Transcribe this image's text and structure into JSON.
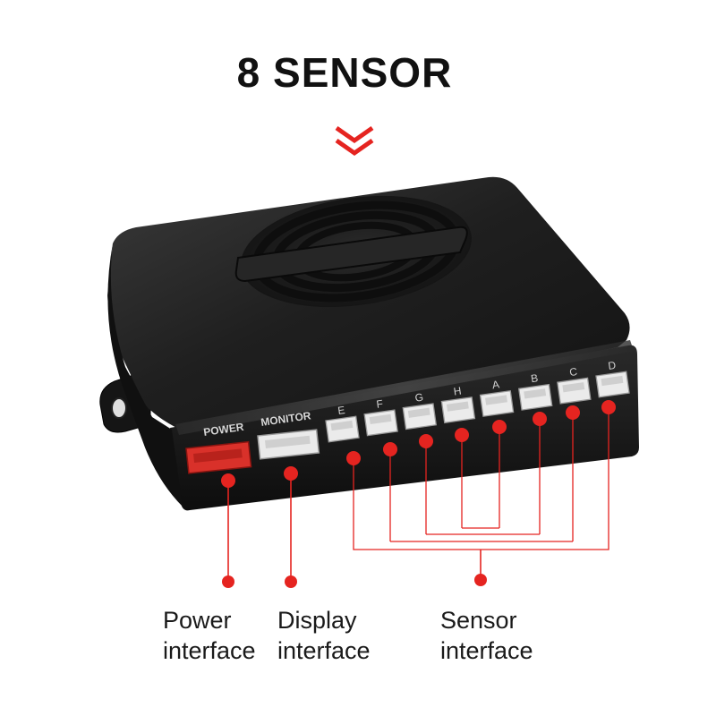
{
  "title": "8 SENSOR",
  "colors": {
    "accent": "#e52420",
    "box": "#1a1a1a",
    "port": "#e9e9e9"
  },
  "device": {
    "power_label": "POWER",
    "monitor_label": "MONITOR",
    "sensor_ports": [
      "E",
      "F",
      "G",
      "H",
      "A",
      "B",
      "C",
      "D"
    ]
  },
  "callouts": [
    {
      "line1": "Power",
      "line2": "interface"
    },
    {
      "line1": "Display",
      "line2": "interface"
    },
    {
      "line1": "Sensor",
      "line2": "interface"
    }
  ]
}
